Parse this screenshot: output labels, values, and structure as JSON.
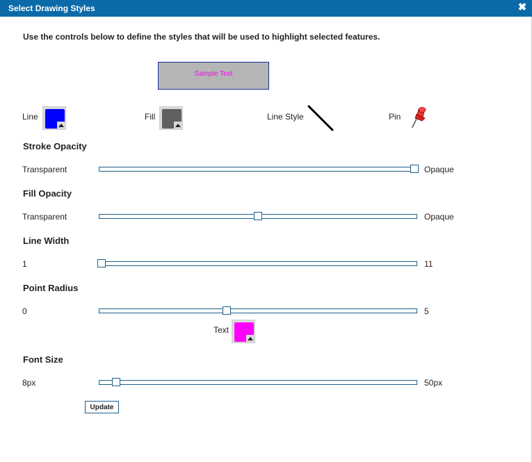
{
  "dialog": {
    "title": "Select Drawing Styles",
    "close_glyph": "✖",
    "instructions": "Use the controls below to define the styles that will be used to highlight selected features."
  },
  "sample": {
    "text": "Sample Text",
    "color": "#ff00ff",
    "background": "#b5b5b5"
  },
  "style_row": {
    "line_label": "Line",
    "line_color": "#0000ff",
    "fill_label": "Fill",
    "fill_color": "#606060",
    "line_style_label": "Line Style",
    "line_style_icon": "diagonal-solid-line-icon",
    "pin_label": "Pin",
    "pin_icon": "red-pushpin-icon"
  },
  "sliders": {
    "stroke_opacity": {
      "title": "Stroke Opacity",
      "min_label": "Transparent",
      "max_label": "Opaque",
      "value": 1.0
    },
    "fill_opacity": {
      "title": "Fill Opacity",
      "min_label": "Transparent",
      "max_label": "Opaque",
      "value": 0.5
    },
    "line_width": {
      "title": "Line Width",
      "min_label": "1",
      "max_label": "11",
      "value": 1
    },
    "point_radius": {
      "title": "Point Radius",
      "min_label": "0",
      "max_label": "5",
      "value": 2
    },
    "font_size": {
      "title": "Font Size",
      "min_label": "8px",
      "max_label": "50px",
      "value": 10
    }
  },
  "text_color": {
    "label": "Text",
    "color": "#ff00ff"
  },
  "update_label": "Update",
  "colors": {
    "titlebar": "#0b6aa8",
    "slider_border": "#1b5f8a"
  }
}
